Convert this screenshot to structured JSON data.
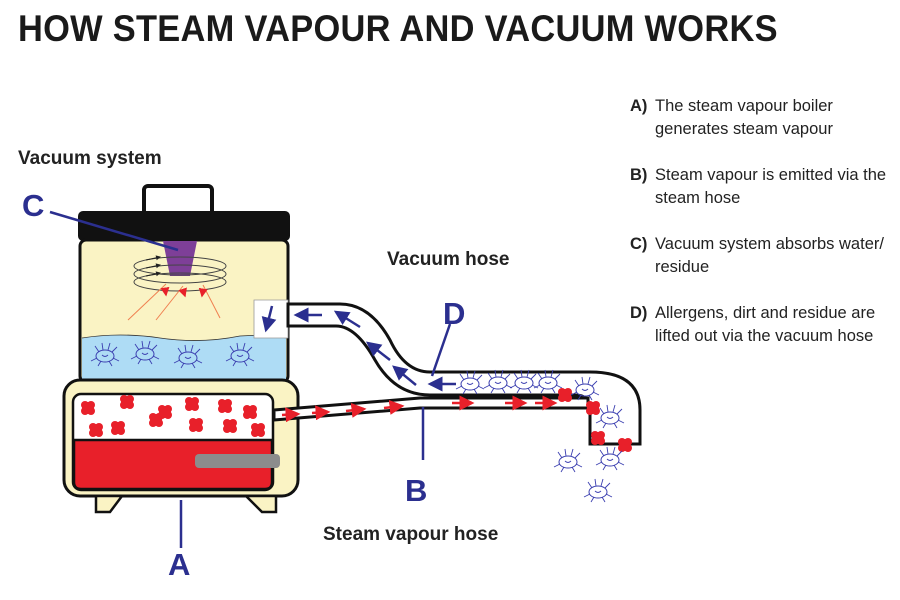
{
  "title": "HOW STEAM VAPOUR AND VACUUM WORKS",
  "labels": {
    "vacuum_system": "Vacuum system",
    "vacuum_hose": "Vacuum hose",
    "steam_vapour_hose": "Steam vapour hose"
  },
  "markers": {
    "a": "A",
    "b": "B",
    "c": "C",
    "d": "D"
  },
  "legend": [
    {
      "key": "A)",
      "text": "The steam vapour boiler generates steam vapour"
    },
    {
      "key": "B)",
      "text": "Steam vapour is emitted via the steam hose"
    },
    {
      "key": "C)",
      "text": "Vacuum system absorbs water/ residue"
    },
    {
      "key": "D)",
      "text": "Allergens, dirt and residue are lifted out via the vacuum hose"
    }
  ],
  "colors": {
    "marker_blue": "#2b2f8f",
    "steam_red": "#e8202a",
    "tank_cream": "#faf3c4",
    "water_blue": "#aedcf5",
    "nozzle_purple": "#7e3f98"
  }
}
